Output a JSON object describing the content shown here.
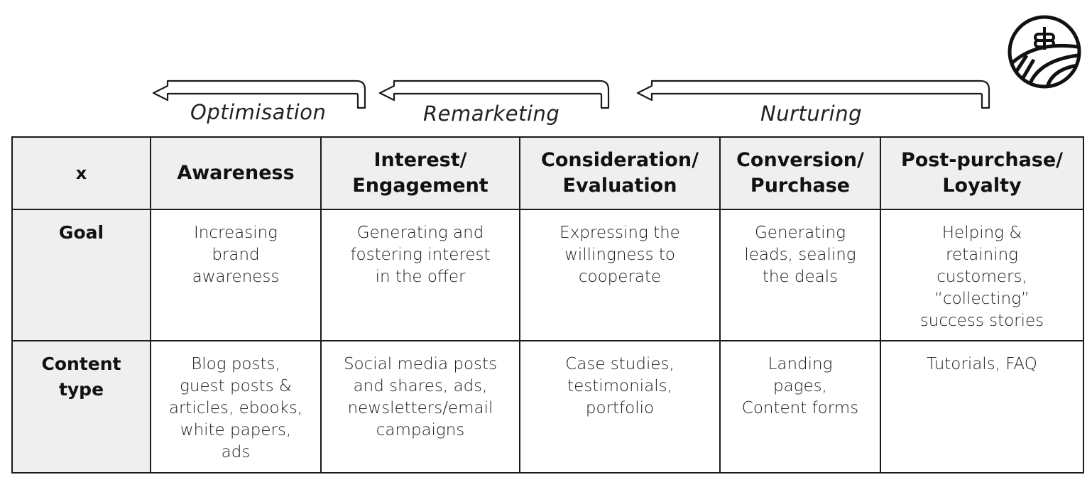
{
  "flows": [
    {
      "label": "Optimisation"
    },
    {
      "label": "Remarketing"
    },
    {
      "label": "Nurturing"
    }
  ],
  "table": {
    "corner": "x",
    "stages": [
      "Awareness",
      "Interest/\nEngagement",
      "Consideration/\nEvaluation",
      "Conversion/\nPurchase",
      "Post-purchase/\nLoyalty"
    ],
    "rows": [
      {
        "label": "Goal",
        "cells": [
          "Increasing\nbrand\nawareness",
          "Generating and\nfostering interest\nin the offer",
          "Expressing the\nwillingness to\ncooperate",
          "Generating\nleads, sealing\nthe deals",
          "Helping &\nretaining\ncustomers,\n“collecting”\nsuccess stories"
        ]
      },
      {
        "label": "Content\ntype",
        "cells": [
          "Blog posts,\nguest posts &\narticles, ebooks,\nwhite papers,\nads",
          "Social media posts\nand shares, ads,\nnewsletters/email\ncampaigns",
          "Case studies,\ntestimonials,\nportfolio",
          "Landing\npages,\nContent forms",
          "Tutorials, FAQ"
        ]
      }
    ]
  },
  "icons": {
    "logo": "brand-logo-icon"
  }
}
